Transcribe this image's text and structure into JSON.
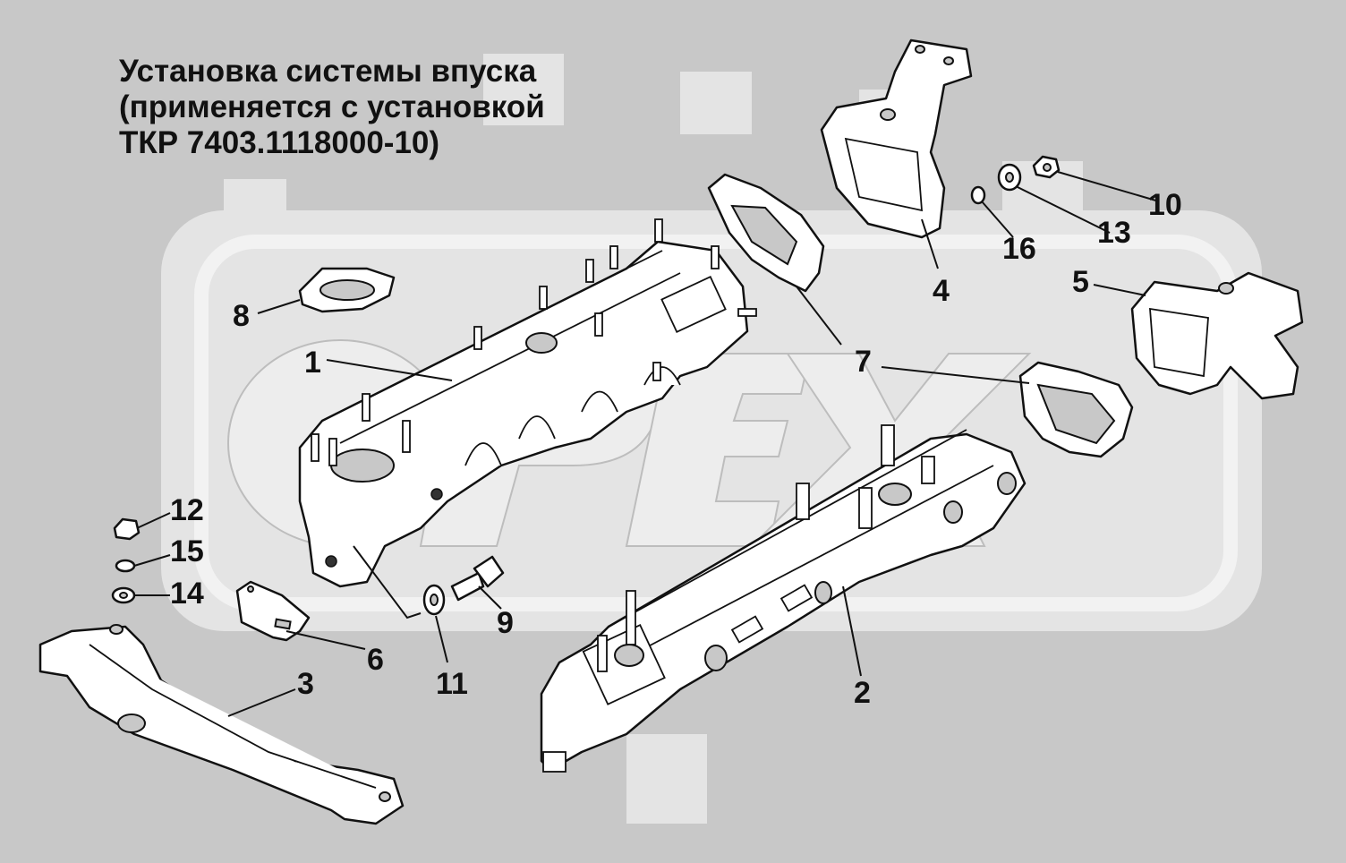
{
  "title": {
    "line1": "Установка системы впуска",
    "line2": "(применяется с установкой",
    "line3": "ТКР 7403.1118000-10)"
  },
  "watermark": {
    "text": "OPEX"
  },
  "callouts": {
    "n1": "1",
    "n2": "2",
    "n3": "3",
    "n4": "4",
    "n5": "5",
    "n6": "6",
    "n7": "7",
    "n8": "8",
    "n9": "9",
    "n10": "10",
    "n11": "11",
    "n12": "12",
    "n13": "13",
    "n14": "14",
    "n15": "15",
    "n16": "16"
  },
  "colors": {
    "background": "#c8c8c8",
    "watermark": "#e4e4e4",
    "line": "#111111",
    "part_fill": "#ffffff"
  }
}
